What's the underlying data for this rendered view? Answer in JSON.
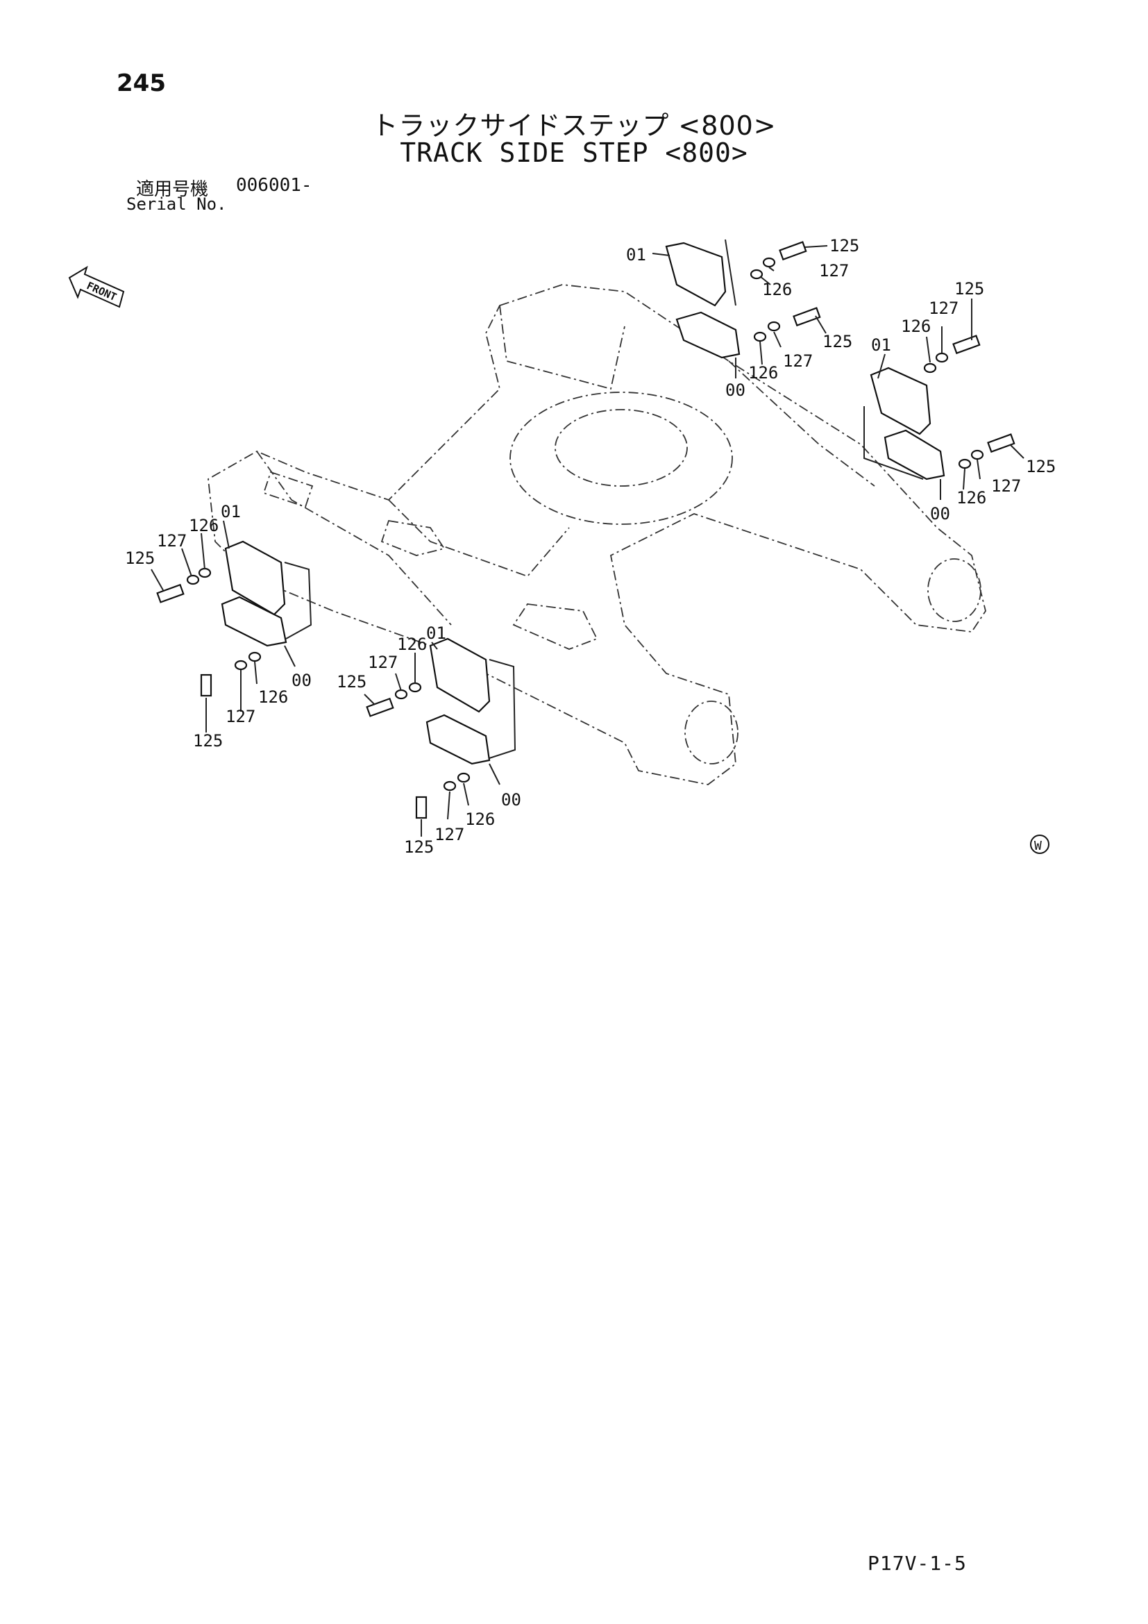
{
  "page_number": "245",
  "title_jp": "トラックサイドステップ <800>",
  "title_en": "TRACK SIDE STEP <800>",
  "serial": {
    "label_jp": "適用号機",
    "value": "006001-",
    "label_en": "Serial No."
  },
  "front_label": "FRONT",
  "mark": "W",
  "footer_code": "P17V-1-5",
  "callouts": {
    "c1": "01",
    "c2": "125",
    "c3": "127",
    "c4": "126",
    "c5": "125",
    "c6": "127",
    "c7": "126",
    "c8": "00",
    "c9": "125",
    "c10": "127",
    "c11": "126",
    "c12": "01",
    "c13": "125",
    "c14": "127",
    "c15": "126",
    "c16": "00",
    "c17": "125",
    "c18": "127",
    "c19": "126",
    "c20": "01",
    "c21": "00",
    "c22": "126",
    "c23": "127",
    "c24": "125",
    "c25": "126",
    "c26": "01",
    "c27": "127",
    "c28": "125",
    "c29": "00",
    "c30": "126",
    "c31": "127",
    "c32": "125"
  }
}
